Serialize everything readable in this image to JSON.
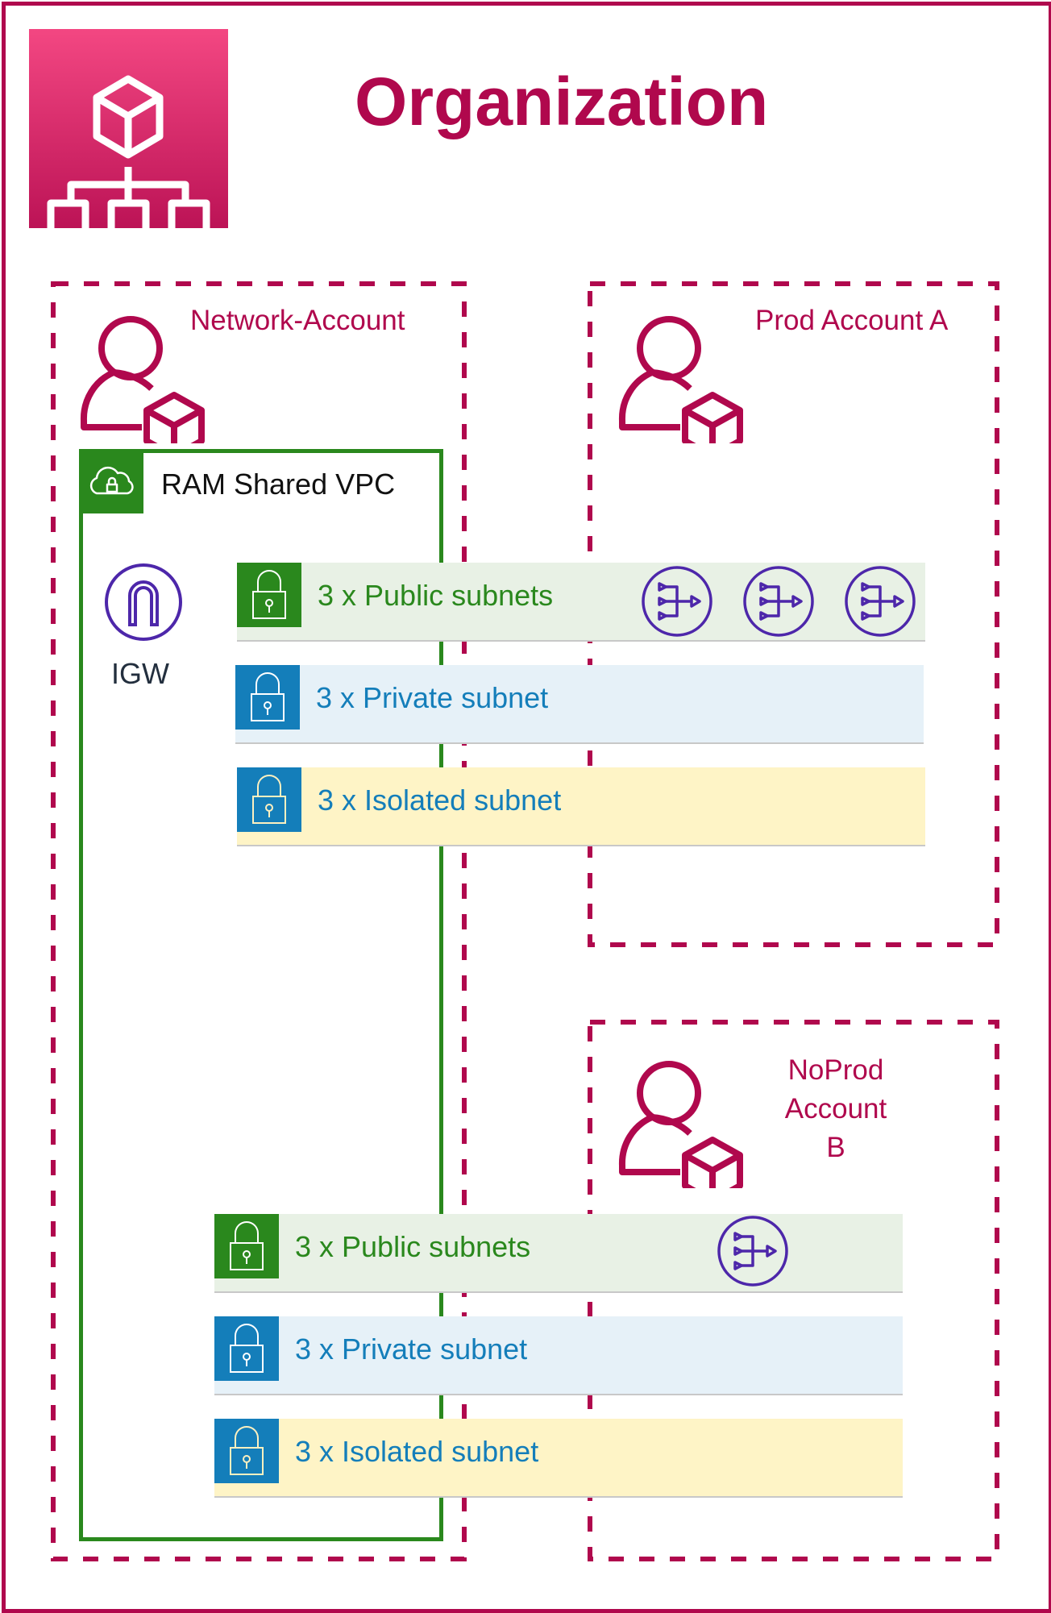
{
  "organization": {
    "title": "Organization",
    "icon": "organizations-icon",
    "border_color": "#b0084d"
  },
  "accounts": [
    {
      "name": "Network-Account",
      "icon": "account-icon"
    },
    {
      "name": "Prod Account A",
      "icon": "account-icon"
    },
    {
      "name": "NoProd Account B",
      "name_lines": [
        "NoProd",
        "Account B"
      ],
      "icon": "account-icon"
    }
  ],
  "vpc": {
    "label": "RAM Shared VPC",
    "icon": "vpc-cloud-lock-icon",
    "color": "#2a881d",
    "igw": {
      "label": "IGW",
      "icon": "internet-gateway-icon"
    }
  },
  "subnet_groups": [
    {
      "shared_to": "Prod Account A",
      "subnets": [
        {
          "label": "3 x Public subnets",
          "type": "public",
          "nat_gateways": 3
        },
        {
          "label": "3 x Private subnet",
          "type": "private"
        },
        {
          "label": "3 x Isolated subnet",
          "type": "isolated"
        }
      ]
    },
    {
      "shared_to": "NoProd Account B",
      "subnets": [
        {
          "label": "3 x Public subnets",
          "type": "public",
          "nat_gateways": 1
        },
        {
          "label": "3 x Private subnet",
          "type": "private"
        },
        {
          "label": "3 x Isolated subnet",
          "type": "isolated"
        }
      ]
    }
  ],
  "colors": {
    "org": "#b0084d",
    "vpc_green": "#2a881d",
    "subnet_blue": "#147eba",
    "public_bg": "#e8f1e5",
    "private_bg": "#e6f1f8",
    "isolated_bg": "#fef4c6",
    "network_purple": "#4d27aa"
  }
}
